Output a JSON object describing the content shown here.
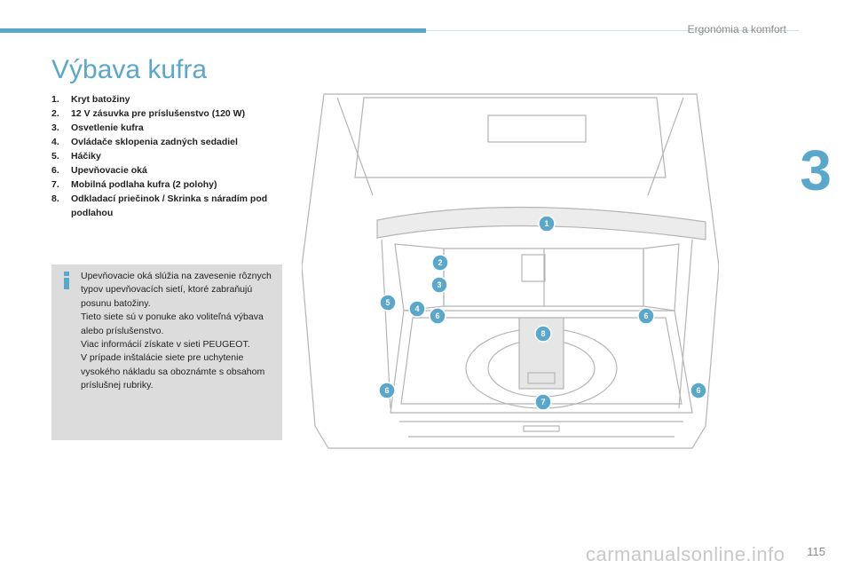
{
  "header": {
    "section_title": "Ergonómia a komfort",
    "chapter_number": "3"
  },
  "page": {
    "title": "Výbava kufra",
    "number": "115"
  },
  "items": [
    {
      "num": "1.",
      "label": "Kryt batožiny"
    },
    {
      "num": "2.",
      "label": "12 V zásuvka pre príslušenstvo (120 W)"
    },
    {
      "num": "3.",
      "label": "Osvetlenie kufra"
    },
    {
      "num": "4.",
      "label": "Ovládače sklopenia zadných sedadiel"
    },
    {
      "num": "5.",
      "label": "Háčiky"
    },
    {
      "num": "6.",
      "label": "Upevňovacie oká"
    },
    {
      "num": "7.",
      "label": "Mobilná podlaha kufra (2 polohy)"
    },
    {
      "num": "8.",
      "label": "Odkladací priečinok / Skrinka s náradím pod podlahou"
    }
  ],
  "info": {
    "icon": "info-icon",
    "lines": [
      "Upevňovacie oká slúžia na zavesenie rôznych typov upevňovacích sietí, ktoré zabraňujú posunu batožiny.",
      "Tieto siete sú v ponuke ako voliteľná výbava alebo príslušenstvo.",
      "Viac informácií získate v sieti PEUGEOT.",
      "V prípade inštalácie siete pre uchytenie vysokého nákladu sa oboznámte s obsahom príslušnej rubriky."
    ]
  },
  "figure": {
    "callouts": [
      "1",
      "2",
      "3",
      "4",
      "5",
      "6",
      "6",
      "6",
      "6",
      "7",
      "8"
    ]
  },
  "watermark": "carmanualsonline.info",
  "colors": {
    "accent": "#5aa7cc",
    "info_box": "#dcdcdc",
    "text": "#222222"
  }
}
